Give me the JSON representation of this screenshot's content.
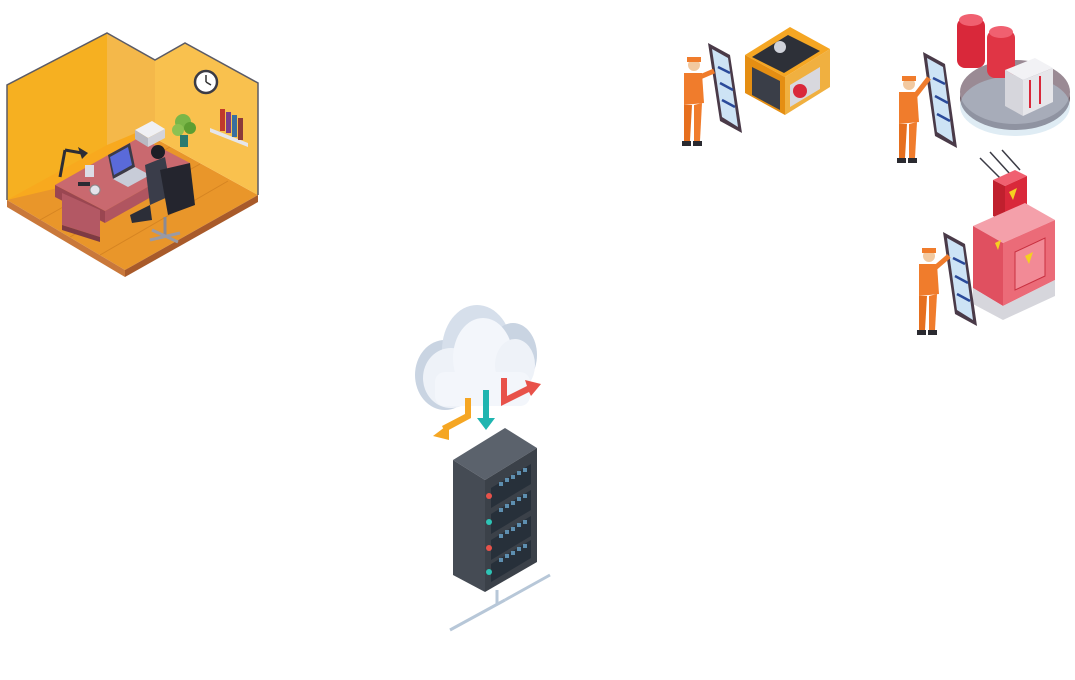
{
  "scene": {
    "nodes": [
      {
        "id": "office",
        "icon": "office-room-icon"
      },
      {
        "id": "cloud-server",
        "icon": "cloud-server-icon"
      },
      {
        "id": "generator-worker",
        "icon": "generator-worker-icon"
      },
      {
        "id": "tank-worker",
        "icon": "tank-station-worker-icon"
      },
      {
        "id": "transformer-worker",
        "icon": "transformer-worker-icon"
      }
    ]
  },
  "palette": {
    "worker_orange": "#f07c2c",
    "office_wall": "#f7b323",
    "server_dark": "#3f4650",
    "cloud": "#eef2f8",
    "tank_red": "#d9283a",
    "generator_yellow": "#f5a623"
  }
}
